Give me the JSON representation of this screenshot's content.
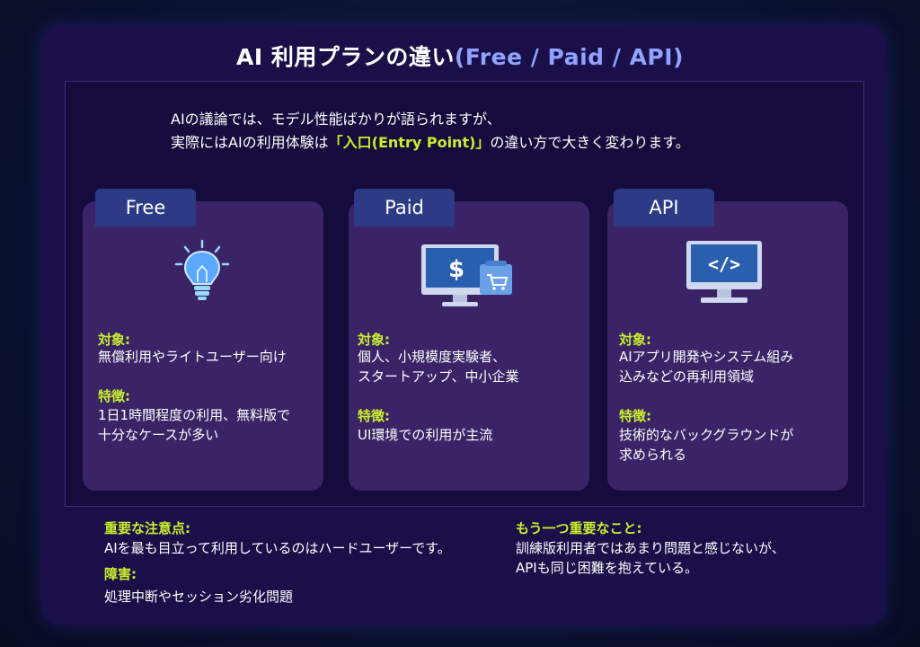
{
  "title": {
    "main": "AI 利用プランの違い",
    "accent": "(Free / Paid / API)"
  },
  "intro": {
    "line1": "AIの議論では、モデル性能ばかりが語られますが、",
    "line2_pre": "実際にはAIの利用体験は",
    "line2_hl": "「入口(Entry Point)」",
    "line2_post": "の違い方で大きく変わります。"
  },
  "plans": [
    {
      "tab": "Free",
      "icon": "lightbulb-icon",
      "target_label": "対象:",
      "target_lines": [
        "無償利用やライトユーザー向け"
      ],
      "feature_label": "特徴:",
      "feature_lines": [
        "1日1時間程度の利用、無料版で",
        "十分なケースが多い"
      ]
    },
    {
      "tab": "Paid",
      "icon": "monitor-dollar-cart-icon",
      "target_label": "対象:",
      "target_lines": [
        "個人、小規模度実験者、",
        "スタートアップ、中小企業"
      ],
      "feature_label": "特徴:",
      "feature_lines": [
        "UI環境での利用が主流"
      ]
    },
    {
      "tab": "API",
      "icon": "monitor-code-icon",
      "target_label": "対象:",
      "target_lines": [
        "AIアプリ開発やシステム組み",
        "込みなどの再利用領域"
      ],
      "feature_label": "特徴:",
      "feature_lines": [
        "技術的なバックグラウンドが",
        "求められる"
      ]
    }
  ],
  "notes": {
    "important_label": "重要な注意点:",
    "important_text": "AIを最も目立って利用しているのはハードユーザーです。",
    "obstacle_label": "障害:",
    "obstacle_text": "処理中断やセッション劣化問題",
    "another_label": "もう一つ重要なこと:",
    "another_lines": [
      "訓練版利用者ではあまり問題と感じないが、",
      "APIも同じ困難を抱えている。"
    ]
  },
  "colors": {
    "accent_green": "#c9ef2c",
    "accent_blue": "#8fa3ff",
    "card": "#3a2467",
    "tab": "#2d3a86"
  }
}
